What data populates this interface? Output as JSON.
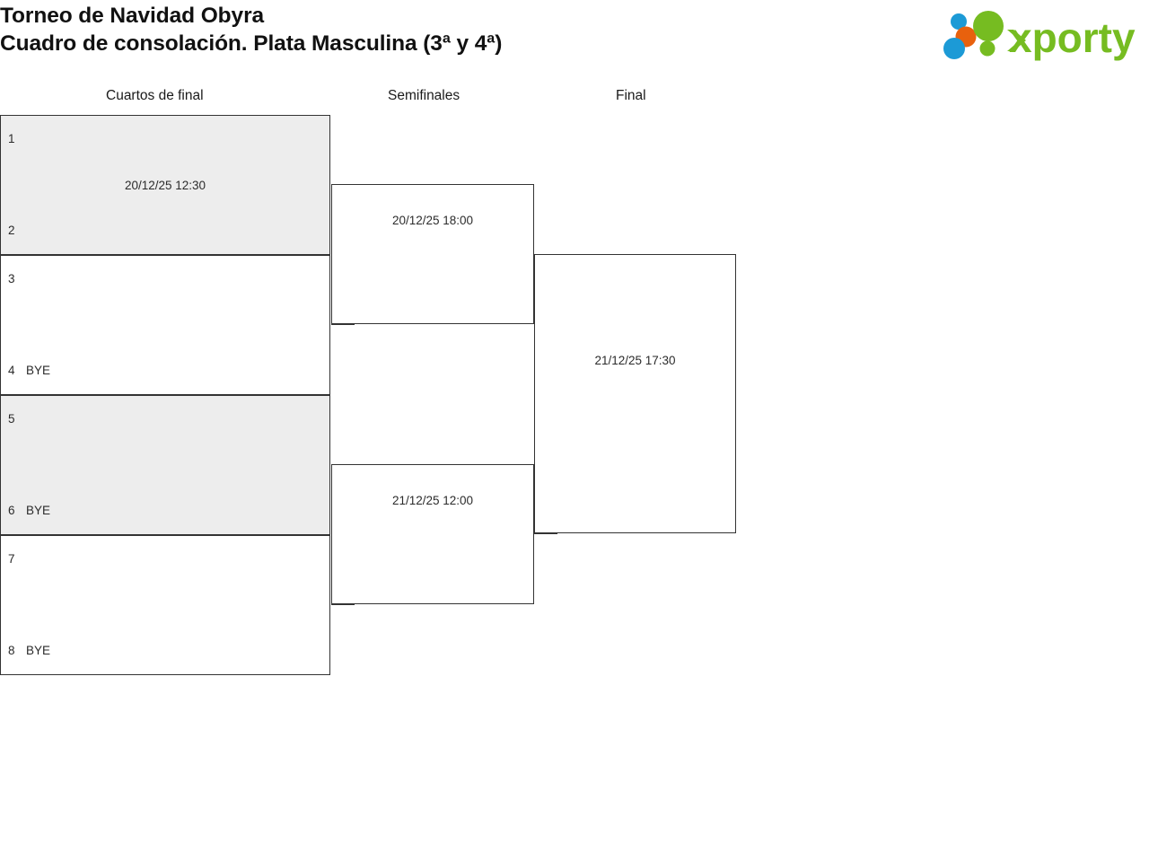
{
  "header": {
    "tournament_title": "Torneo de Navidad Obyra",
    "bracket_subtitle": "Cuadro de consolación. Plata Masculina (3ª y 4ª)",
    "logo_text": "xporty",
    "logo_colors": {
      "green": "#76bc21",
      "blue": "#1c9ad6",
      "orange": "#e8610d"
    }
  },
  "rounds": [
    {
      "id": "quarterfinals",
      "label": "Cuartos de final"
    },
    {
      "id": "semifinals",
      "label": "Semifinales"
    },
    {
      "id": "final",
      "label": "Final"
    }
  ],
  "quarterfinals": [
    {
      "id": "qf1",
      "shaded": true,
      "date": "20/12/25 12:30",
      "top": {
        "seed": "1",
        "name": ""
      },
      "bottom": {
        "seed": "2",
        "name": ""
      }
    },
    {
      "id": "qf2",
      "shaded": false,
      "date": "",
      "top": {
        "seed": "3",
        "name": ""
      },
      "bottom": {
        "seed": "4",
        "name": "BYE"
      }
    },
    {
      "id": "qf3",
      "shaded": true,
      "date": "",
      "top": {
        "seed": "5",
        "name": ""
      },
      "bottom": {
        "seed": "6",
        "name": "BYE"
      }
    },
    {
      "id": "qf4",
      "shaded": false,
      "date": "",
      "top": {
        "seed": "7",
        "name": ""
      },
      "bottom": {
        "seed": "8",
        "name": "BYE"
      }
    }
  ],
  "semifinals": [
    {
      "id": "sf1",
      "date": "20/12/25 18:00"
    },
    {
      "id": "sf2",
      "date": "21/12/25 12:00"
    }
  ],
  "final": [
    {
      "id": "f1",
      "date": "21/12/25 17:30"
    }
  ],
  "colors": {
    "shaded_row": "#ededed",
    "border": "#333333",
    "text": "#2b2b2b",
    "background": "#ffffff"
  }
}
